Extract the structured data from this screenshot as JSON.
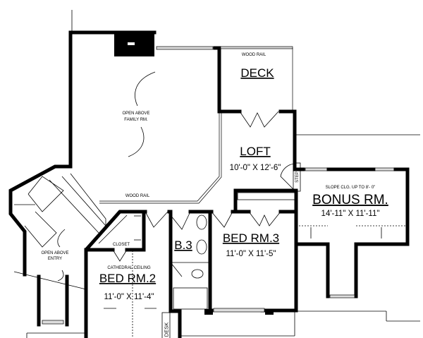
{
  "rooms": {
    "deck": {
      "label": "DECK",
      "rail": "WOOD RAIL"
    },
    "family": {
      "line1": "OPEN ABOVE",
      "line2": "FAMILY RM.",
      "rail": "WOOD RAIL"
    },
    "loft": {
      "label": "LOFT",
      "dims": "10'-0\" X 12'-6\""
    },
    "bonus": {
      "note": "SLOPE CLG. UP TO 8'- 0\"",
      "label": "BONUS RM.",
      "dims": "14'-11\" X 11'-11\"",
      "step": "STEP"
    },
    "bath3": {
      "label": "B.3"
    },
    "bed3": {
      "label": "BED RM.3",
      "dims": "11'-0\" X 11'-5\""
    },
    "bed2": {
      "note": "CATHEDRAL CEILING",
      "label": "BED RM.2",
      "dims": "11'-0\" X 11'-4\"",
      "closet": "CLOSET",
      "desk": "DESK"
    },
    "entry": {
      "line1": "OPEN ABOVE",
      "line2": "ENTRY"
    }
  }
}
